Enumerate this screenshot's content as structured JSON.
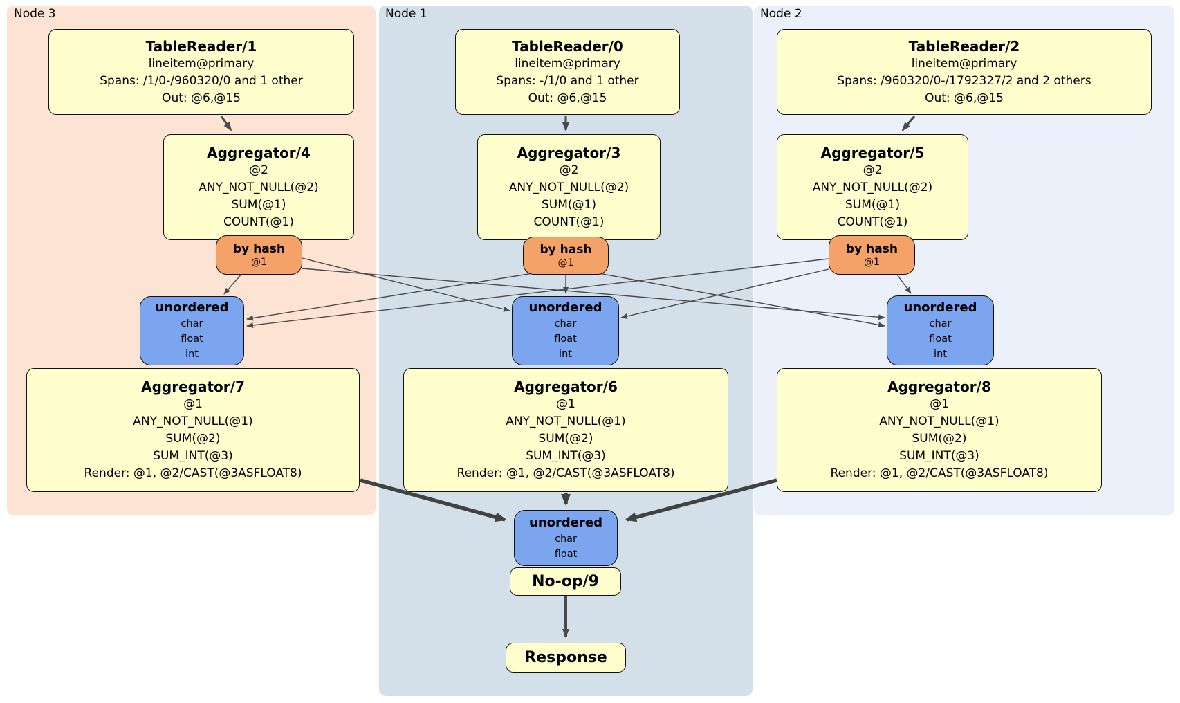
{
  "groups": {
    "node3": {
      "label": "Node 3"
    },
    "node1": {
      "label": "Node 1"
    },
    "node2": {
      "label": "Node 2"
    }
  },
  "processors": {
    "tr1": {
      "title": "TableReader/1",
      "table": "lineitem@primary",
      "spans": "Spans: /1/0-/960320/0 and 1 other",
      "out": "Out: @6,@15"
    },
    "tr0": {
      "title": "TableReader/0",
      "table": "lineitem@primary",
      "spans": "Spans: -/1/0 and 1 other",
      "out": "Out: @6,@15"
    },
    "tr2": {
      "title": "TableReader/2",
      "table": "lineitem@primary",
      "spans": "Spans: /960320/0-/1792327/2 and 2 others",
      "out": "Out: @6,@15"
    },
    "agg4": {
      "title": "Aggregator/4",
      "lines": [
        "@2",
        "ANY_NOT_NULL(@2)",
        "SUM(@1)",
        "COUNT(@1)"
      ]
    },
    "agg3": {
      "title": "Aggregator/3",
      "lines": [
        "@2",
        "ANY_NOT_NULL(@2)",
        "SUM(@1)",
        "COUNT(@1)"
      ]
    },
    "agg5": {
      "title": "Aggregator/5",
      "lines": [
        "@2",
        "ANY_NOT_NULL(@2)",
        "SUM(@1)",
        "COUNT(@1)"
      ]
    },
    "agg7": {
      "title": "Aggregator/7",
      "lines": [
        "@1",
        "ANY_NOT_NULL(@1)",
        "SUM(@2)",
        "SUM_INT(@3)",
        "Render: @1, @2/CAST(@3ASFLOAT8)"
      ]
    },
    "agg6": {
      "title": "Aggregator/6",
      "lines": [
        "@1",
        "ANY_NOT_NULL(@1)",
        "SUM(@2)",
        "SUM_INT(@3)",
        "Render: @1, @2/CAST(@3ASFLOAT8)"
      ]
    },
    "agg8": {
      "title": "Aggregator/8",
      "lines": [
        "@1",
        "ANY_NOT_NULL(@1)",
        "SUM(@2)",
        "SUM_INT(@3)",
        "Render: @1, @2/CAST(@3ASFLOAT8)"
      ]
    },
    "router4": {
      "title": "by hash",
      "key": "@1"
    },
    "router3": {
      "title": "by hash",
      "key": "@1"
    },
    "router5": {
      "title": "by hash",
      "key": "@1"
    },
    "sync3": {
      "title": "unordered",
      "columns": [
        "char",
        "float",
        "int"
      ]
    },
    "sync1": {
      "title": "unordered",
      "columns": [
        "char",
        "float",
        "int"
      ]
    },
    "sync2": {
      "title": "unordered",
      "columns": [
        "char",
        "float",
        "int"
      ]
    },
    "syncFinal": {
      "title": "unordered",
      "columns": [
        "char",
        "float"
      ]
    },
    "noop": {
      "title": "No-op/9"
    },
    "response": {
      "title": "Response"
    }
  },
  "colors": {
    "node3_bg": "#fce3d4",
    "node1_bg": "#d3e0ea",
    "node2_bg": "#ebf0fb",
    "processor_fill": "#ffffce",
    "router_fill": "#f5a269",
    "sync_fill": "#7ca5f0",
    "border": "#111111",
    "edge": "#4a4a4a"
  }
}
